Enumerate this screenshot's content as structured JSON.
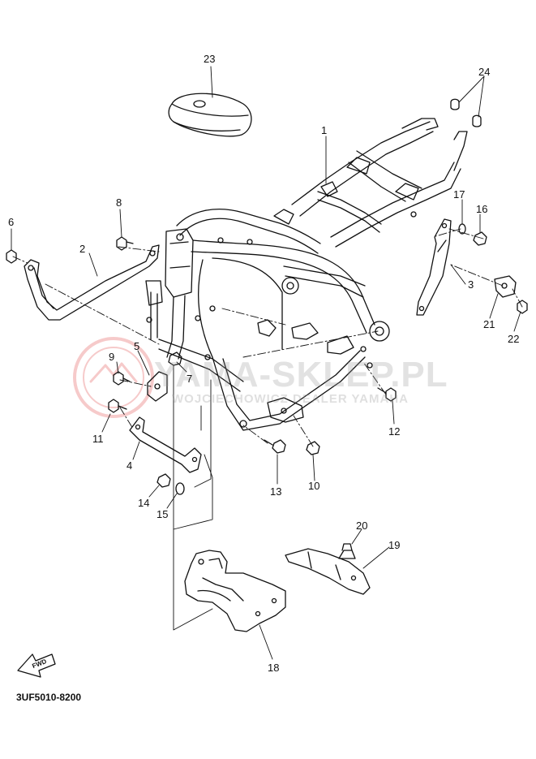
{
  "diagram": {
    "drawing_code": "3UF5010-8200",
    "watermark": {
      "title": "YAMA-SKLEP.PL",
      "subtitle": "WOJCIECHOWICZ DEALER YAMAHA"
    },
    "fwd_label": "FWD",
    "callouts": [
      "1",
      "2",
      "3",
      "4",
      "5",
      "6",
      "7",
      "8",
      "9",
      "10",
      "11",
      "12",
      "13",
      "14",
      "15",
      "16",
      "17",
      "18",
      "19",
      "20",
      "21",
      "22",
      "23",
      "24"
    ]
  },
  "colors": {
    "ink": "#111111",
    "watermark_red": "#e86a6a"
  }
}
